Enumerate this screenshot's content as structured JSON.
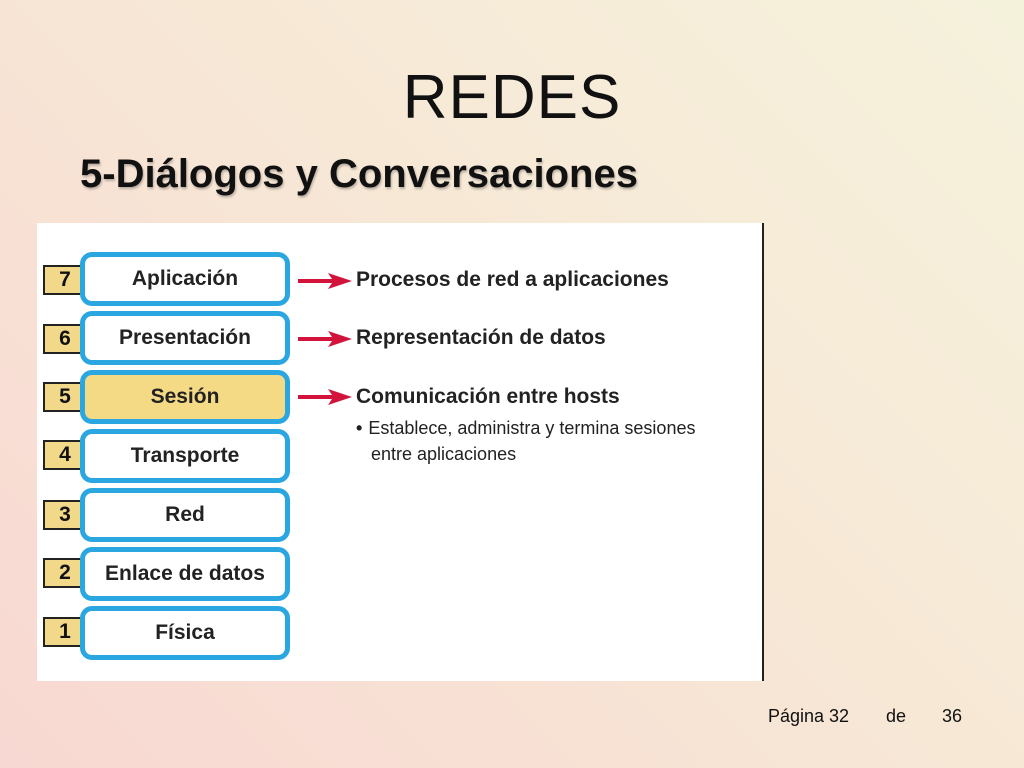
{
  "title": "REDES",
  "subtitle": "5-Diálogos y Conversaciones",
  "layers": [
    {
      "number": "7",
      "name": "Aplicación"
    },
    {
      "number": "6",
      "name": "Presentación"
    },
    {
      "number": "5",
      "name": "Sesión"
    },
    {
      "number": "4",
      "name": "Transporte"
    },
    {
      "number": "3",
      "name": "Red"
    },
    {
      "number": "2",
      "name": "Enlace de datos"
    },
    {
      "number": "1",
      "name": "Física"
    }
  ],
  "highlighted_layer": "Sesión",
  "descriptions": [
    "Procesos de red a aplicaciones",
    "Representación de datos",
    "Comunicación entre hosts"
  ],
  "bullet": {
    "line1": "Establece, administra y termina sesiones",
    "line2": "entre aplicaciones"
  },
  "footer": {
    "page_label": "Página 32",
    "of_label": "de",
    "total": "36"
  },
  "colors": {
    "layer_border": "#2aa6e0",
    "highlight": "#f5da85",
    "number_box": "#f2d98a",
    "arrow": "#d2143c"
  }
}
